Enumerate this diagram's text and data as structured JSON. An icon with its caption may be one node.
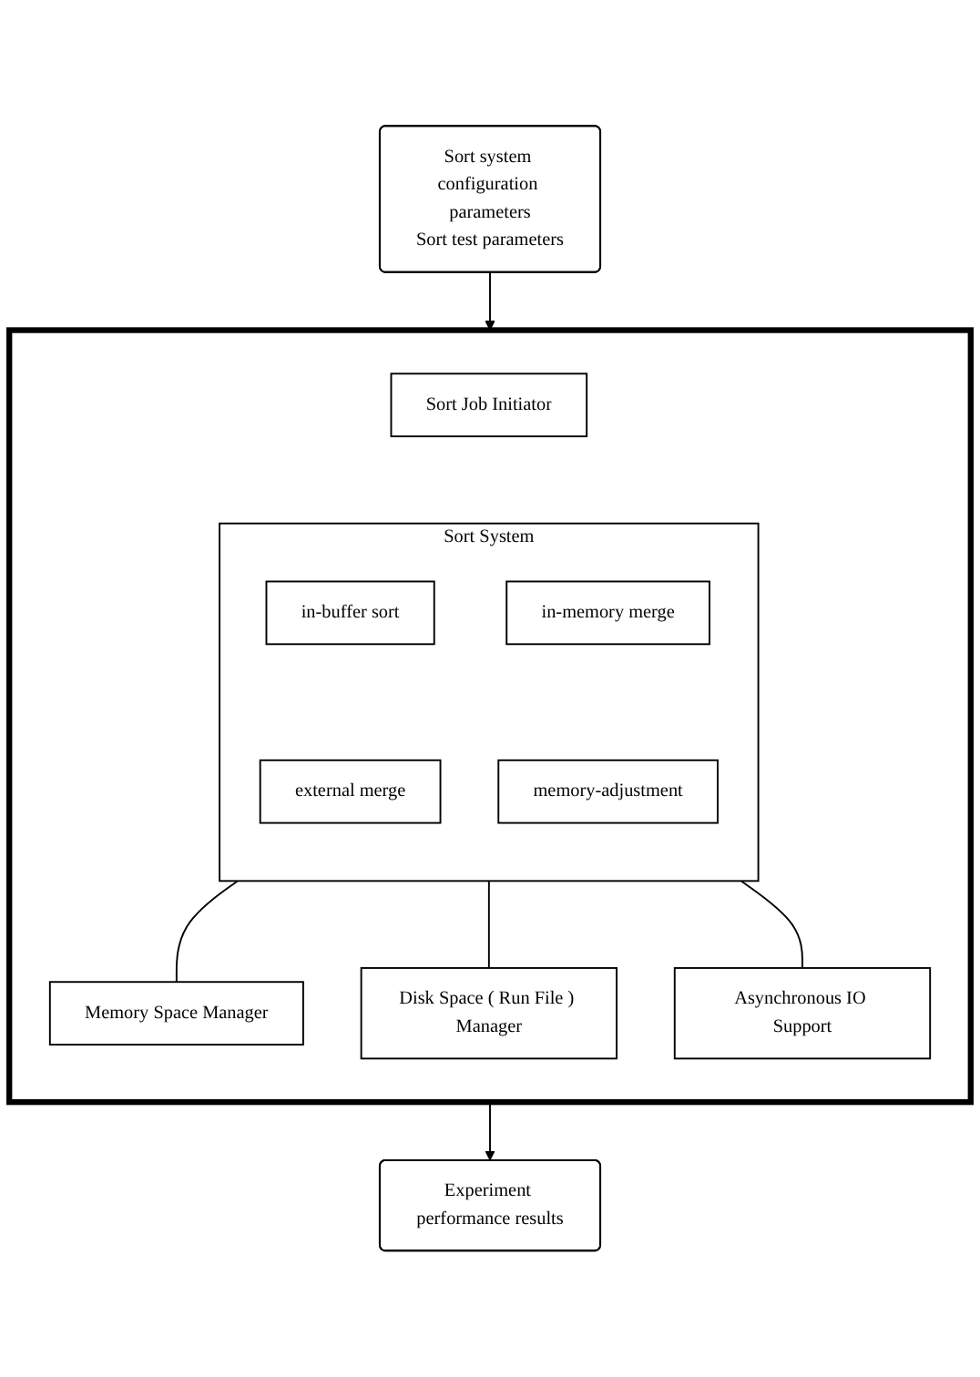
{
  "diagram": {
    "nodes": [
      {
        "text": [
          "Sort system configuration parameters",
          "Sort test parameters"
        ]
      },
      {
        "text": [],
        "shape": "box"
      },
      {
        "text": [
          "Sort Job Initiator"
        ],
        "in": 1
      },
      {
        "text": [
          "Sort System"
        ],
        "in": 1
      },
      {
        "text": [
          "in-buffer sort"
        ],
        "in": 3
      },
      {
        "text": [
          "in-memory merge"
        ],
        "in": 3
      },
      {
        "text": [
          "external merge"
        ],
        "in": 3
      },
      {
        "text": [
          "memory-adjustment"
        ],
        "in": 3
      },
      {
        "text": [
          "Memory Space Manager"
        ],
        "in": 1
      },
      {
        "text": [
          "Disk Space ( Run File ) Manager"
        ],
        "in": 1
      },
      {
        "text": [
          "Asynchronous IO Support"
        ],
        "in": 1
      },
      {
        "text": [
          "Experiment performance results"
        ]
      }
    ],
    "edges": [
      {
        "from": 0,
        "to": 1,
        "arrow": "to"
      },
      {
        "from": 3,
        "to": 8,
        "arrow": "none"
      },
      {
        "from": 3,
        "to": 9,
        "arrow": "none"
      },
      {
        "from": 3,
        "to": 10,
        "arrow": "none"
      },
      {
        "from": 1,
        "to": 11,
        "arrow": "to"
      }
    ]
  }
}
